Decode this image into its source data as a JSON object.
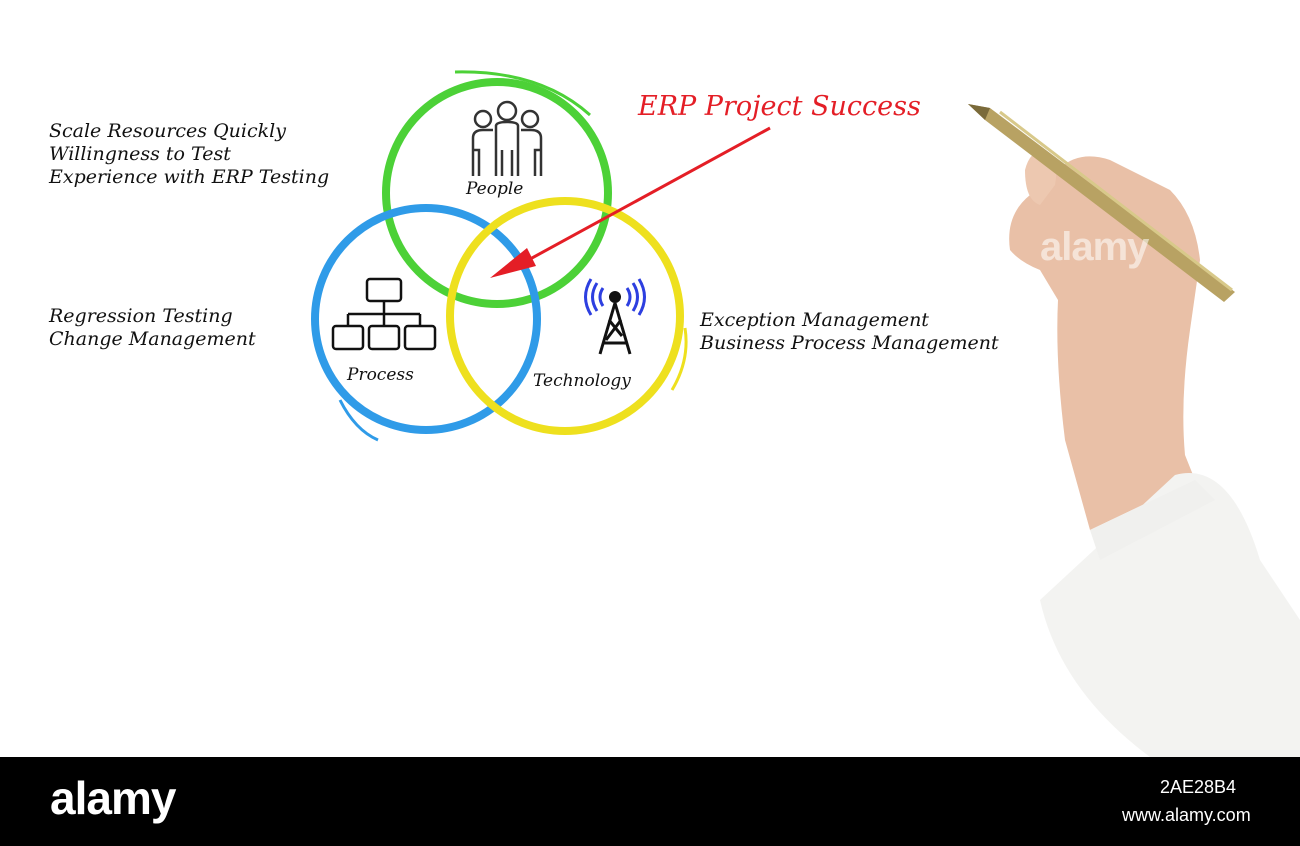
{
  "title": "ERP Project Success",
  "circles": {
    "people": "People",
    "process": "Process",
    "technology": "Technology"
  },
  "notes": {
    "people": [
      "Scale Resources Quickly",
      "Willingness to Test",
      "Experience with ERP Testing"
    ],
    "process": [
      "Regression Testing",
      "Change Management"
    ],
    "technology": [
      "Exception Management",
      "Business Process Management"
    ]
  },
  "colors": {
    "people": "#4cd137",
    "process": "#2f9be8",
    "technology": "#eee01e",
    "arrow": "#e41e26",
    "title": "#e41e26"
  },
  "icons": {
    "people": "people-group-icon",
    "process": "flowchart-icon",
    "technology": "antenna-tower-icon"
  },
  "watermark": "alamy",
  "footer": {
    "logo": "alamy",
    "image_id": "2AE28B4",
    "site": "www.alamy.com"
  }
}
